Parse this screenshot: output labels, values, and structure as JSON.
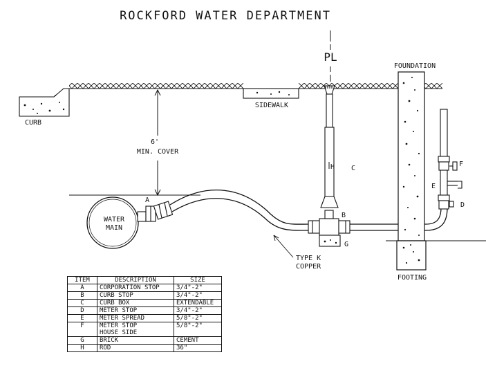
{
  "title": "ROCKFORD WATER DEPARTMENT",
  "labels": {
    "property_line": "PL",
    "foundation": "FOUNDATION",
    "curb": "CURB",
    "sidewalk": "SIDEWALK",
    "cover_depth": "6'",
    "cover_text": "MIN. COVER",
    "water_main_1": "WATER",
    "water_main_2": "MAIN",
    "type_k_1": "TYPE K",
    "type_k_2": "COPPER",
    "footing": "FOOTING",
    "item_a": "A",
    "item_b": "B",
    "item_c": "C",
    "item_d": "D",
    "item_e": "E",
    "item_f": "F",
    "item_g": "G",
    "item_h": "H"
  },
  "legend": {
    "headers": [
      "ITEM",
      "DESCRIPTION",
      "SIZE"
    ],
    "rows": [
      {
        "item": "A",
        "description": "CORPORATION STOP",
        "size": "3/4\"-2\""
      },
      {
        "item": "B",
        "description": "CURB STOP",
        "size": "3/4\"-2\""
      },
      {
        "item": "C",
        "description": "CURB BOX",
        "size": "EXTENDABLE"
      },
      {
        "item": "D",
        "description": "METER STOP",
        "size": "3/4\"-2\""
      },
      {
        "item": "E",
        "description": "METER SPREAD",
        "size": "5/8\"-2\""
      },
      {
        "item": "F",
        "description": "METER STOP\nHOUSE SIDE",
        "size": "5/8\"-2\""
      },
      {
        "item": "G",
        "description": "BRICK",
        "size": "CEMENT"
      },
      {
        "item": "H",
        "description": "ROD",
        "size": "36\""
      }
    ]
  }
}
